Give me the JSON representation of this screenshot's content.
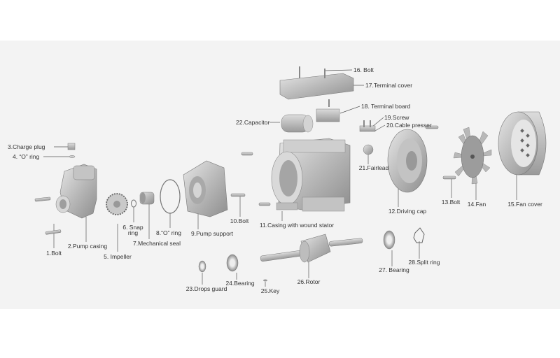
{
  "diagram": {
    "title": "Pump exploded view",
    "parts": [
      {
        "id": 1,
        "label": "1.Bolt"
      },
      {
        "id": 2,
        "label": "2.Pump casing"
      },
      {
        "id": 3,
        "label": "3.Charge plug"
      },
      {
        "id": 4,
        "label": "4. “O” ring"
      },
      {
        "id": 5,
        "label": "5. Impeller"
      },
      {
        "id": 6,
        "label": "6. Snap",
        "label2": "ring"
      },
      {
        "id": 7,
        "label": "7.Mechanical seal"
      },
      {
        "id": 8,
        "label": "8.“O” ring"
      },
      {
        "id": 9,
        "label": "9.Pump support"
      },
      {
        "id": 10,
        "label": "10.Bolt"
      },
      {
        "id": 11,
        "label": "11.Casing with wound stator"
      },
      {
        "id": 12,
        "label": "12.Driving cap"
      },
      {
        "id": 13,
        "label": "13.Bolt"
      },
      {
        "id": 14,
        "label": "14.Fan"
      },
      {
        "id": 15,
        "label": "15.Fan cover"
      },
      {
        "id": 16,
        "label": "16. Bolt"
      },
      {
        "id": 17,
        "label": "17.Terminal cover"
      },
      {
        "id": 18,
        "label": "18. Terminal board"
      },
      {
        "id": 19,
        "label": "19.Screw"
      },
      {
        "id": 20,
        "label": "20.Cable presser"
      },
      {
        "id": 21,
        "label": "21.Fairlead"
      },
      {
        "id": 22,
        "label": "22.Capacitor"
      },
      {
        "id": 23,
        "label": "23.Drops guard"
      },
      {
        "id": 24,
        "label": "24.Bearing"
      },
      {
        "id": 25,
        "label": "25.Key"
      },
      {
        "id": 26,
        "label": "26.Rotor"
      },
      {
        "id": 27,
        "label": "27. Bearing"
      },
      {
        "id": 28,
        "label": "28.Split ring"
      }
    ]
  }
}
